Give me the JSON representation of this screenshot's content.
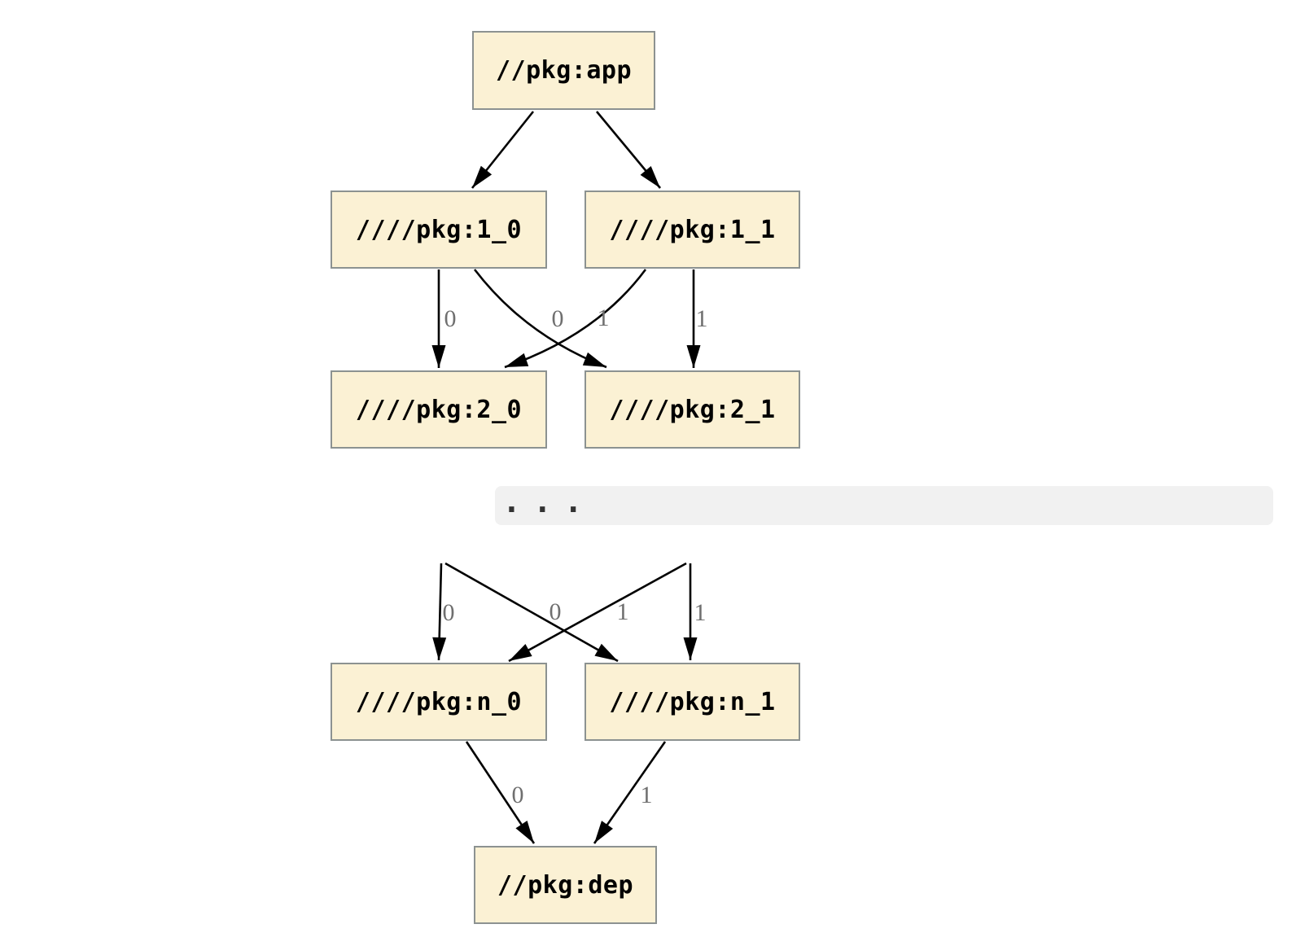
{
  "theme": {
    "background": "#ffffff",
    "node_fill": "#fbf1d4",
    "node_border": "#8c9291",
    "text_color": "#000000",
    "edge_color": "#000000",
    "edge_label_color": "#6f6f6f",
    "bar_fill": "#f1f1f1",
    "dots_color": "#333333"
  },
  "diagram": {
    "type": "dependency-graph",
    "ellipsis": "..."
  },
  "nodes": [
    {
      "id": "app",
      "label": "//pkg:app"
    },
    {
      "id": "pkg_1_0",
      "label": "////pkg:1_0"
    },
    {
      "id": "pkg_1_1",
      "label": "////pkg:1_1"
    },
    {
      "id": "pkg_2_0",
      "label": "////pkg:2_0"
    },
    {
      "id": "pkg_2_1",
      "label": "////pkg:2_1"
    },
    {
      "id": "pkg_n_0",
      "label": "////pkg:n_0"
    },
    {
      "id": "pkg_n_1",
      "label": "////pkg:n_1"
    },
    {
      "id": "dep",
      "label": "//pkg:dep"
    }
  ],
  "edges": [
    {
      "from": "//pkg:app",
      "to": "////pkg:1_0",
      "label": ""
    },
    {
      "from": "//pkg:app",
      "to": "////pkg:1_1",
      "label": ""
    },
    {
      "from": "////pkg:1_0",
      "to": "////pkg:2_0",
      "label": "0"
    },
    {
      "from": "////pkg:1_0",
      "to": "////pkg:2_1",
      "label": "1"
    },
    {
      "from": "////pkg:1_1",
      "to": "////pkg:2_0",
      "label": "0"
    },
    {
      "from": "////pkg:1_1",
      "to": "////pkg:2_1",
      "label": "1"
    },
    {
      "from": "...",
      "to": "////pkg:n_0",
      "label": "0"
    },
    {
      "from": "...",
      "to": "////pkg:n_1",
      "label": "1"
    },
    {
      "from": "...",
      "to": "////pkg:n_0",
      "label": "0"
    },
    {
      "from": "...",
      "to": "////pkg:n_1",
      "label": "1"
    },
    {
      "from": "////pkg:n_0",
      "to": "//pkg:dep",
      "label": "0"
    },
    {
      "from": "////pkg:n_1",
      "to": "//pkg:dep",
      "label": "1"
    }
  ]
}
